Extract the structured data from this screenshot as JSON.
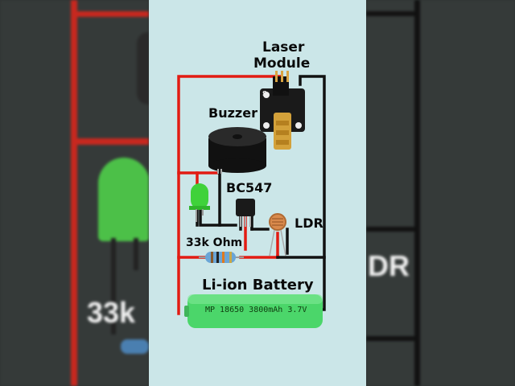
{
  "labels": {
    "laser_module": [
      "Laser",
      "Module"
    ],
    "buzzer": "Buzzer",
    "transistor": "BC547",
    "ldr": "LDR",
    "resistor": "33k Ohm",
    "battery": "Li-ion Battery"
  },
  "battery_print": "MP 18650 3800mAh 3.7V",
  "module_print": "S",
  "background_text": {
    "right": "DR",
    "left": "33k"
  },
  "colors": {
    "panel": "#cbe6e8",
    "wire_positive": "#e21b12",
    "wire_negative": "#111111",
    "battery": "#4bd66a",
    "led": "#3fd23a"
  }
}
